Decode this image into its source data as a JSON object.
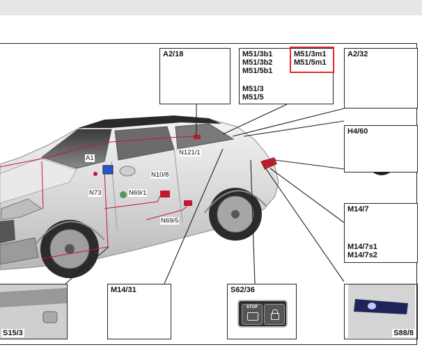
{
  "callouts": {
    "a2_18": "A2/18",
    "m51_3b1": "M51/3b1",
    "m51_3b2": "M51/3b2",
    "m51_5b1": "M51/5b1",
    "m51_3m1": "M51/3m1",
    "m51_5m1": "M51/5m1",
    "m51_3": "M51/3",
    "m51_5": "M51/5",
    "a2_32": "A2/32",
    "h4_60": "H4/60",
    "m14_7": "M14/7",
    "m14_7s1": "M14/7s1",
    "m14_7s2": "M14/7s2",
    "m14_31": "M14/31",
    "s62_36": "S62/36",
    "s88_8": "S88/8",
    "s15_3": "S15/3"
  },
  "car_labels": {
    "a1": "A1",
    "n121_1": "N121/1",
    "n10_8": "N10/8",
    "n73": "N73",
    "n69_1": "N69/1",
    "n69_5": "N69/5"
  },
  "switch_panel": {
    "stop_text": "STOP"
  },
  "colors": {
    "highlight": "#e0262b",
    "marker": "#c01830",
    "line": "#222222"
  }
}
